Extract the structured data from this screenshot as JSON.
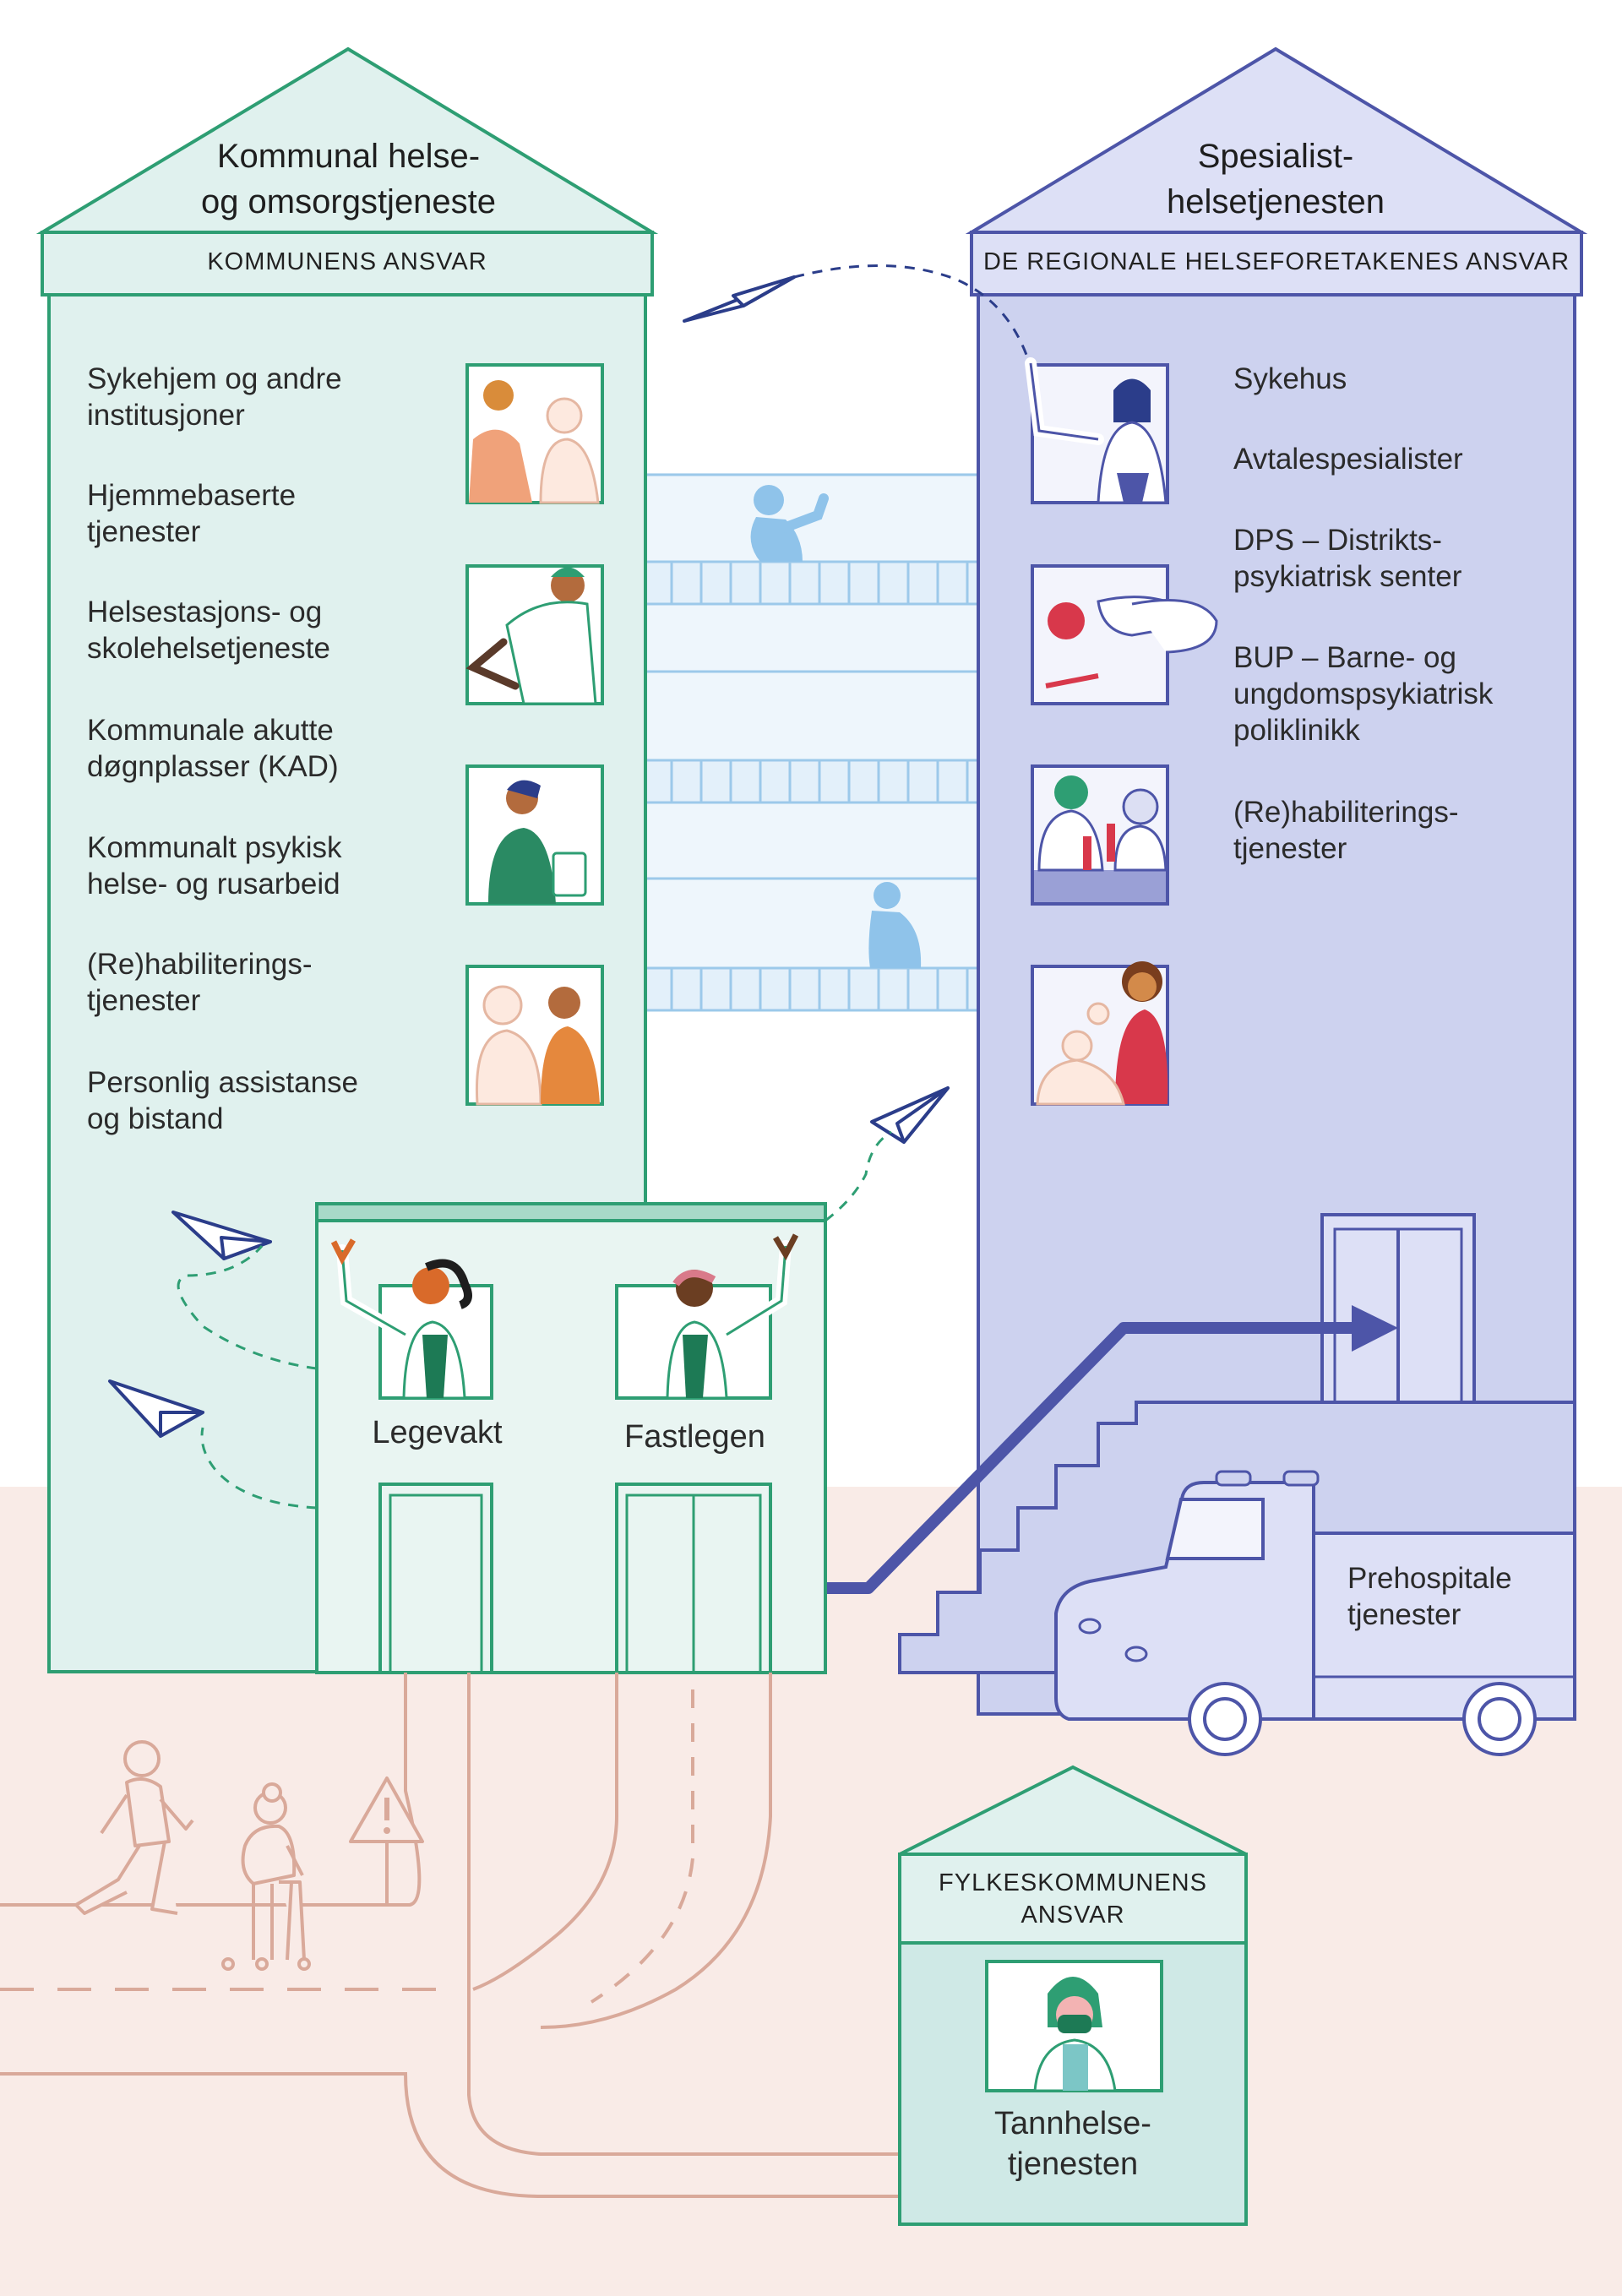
{
  "municipal": {
    "title": "Kommunal helse-\nog omsorgstjeneste",
    "title_line1": "Kommunal helse-",
    "title_line2": "og omsorgstjeneste",
    "band": "KOMMUNENS ANSVAR",
    "color": "#2e9e73",
    "fill": "#e0f1ee",
    "items": [
      "Sykehjem og andre\ninstitusjoner",
      "Hjemmebaserte\ntjenester",
      "Helsestasjons- og\nskolehelsetjeneste",
      "Kommunale akutte\ndøgnplasser (KAD)",
      "Kommunalt psykisk\nhelse- og rusarbeid",
      "(Re)habiliterings-\ntjenester",
      "Personlig assistanse\nog bistand"
    ]
  },
  "specialist": {
    "title_line1": "Spesialist-",
    "title_line2": "helsetjenesten",
    "band": "DE REGIONALE HELSEFORETAKENES ANSVAR",
    "color": "#4d55a8",
    "fill": "#cdd2ef",
    "items": [
      "Sykehus",
      "Avtalespesialister",
      "DPS – Distrikts-\npsykiatrisk senter",
      "BUP – Barne- og\nungdomspsykiatrisk\npoliklinikk",
      "(Re)habiliterings-\ntjenester"
    ]
  },
  "front_building": {
    "left_label": "Legevakt",
    "right_label": "Fastlegen"
  },
  "ambulance": {
    "label": "Prehospitale\ntjenester"
  },
  "county": {
    "band": "FYLKESKOMMUNENS\nANSVAR",
    "label": "Tannhelse-\ntjenesten",
    "color": "#2e9e73",
    "fill": "#cfe9e6"
  },
  "colors": {
    "ground": "#f9ebe7",
    "road": "#d9a99a",
    "bridge": "#9cc9ea",
    "bridge_fill": "#e3f0fa"
  },
  "icons": [
    "paper-plane-icon",
    "warning-sign-icon",
    "person-waving-icon",
    "elderly-walker-icon"
  ]
}
